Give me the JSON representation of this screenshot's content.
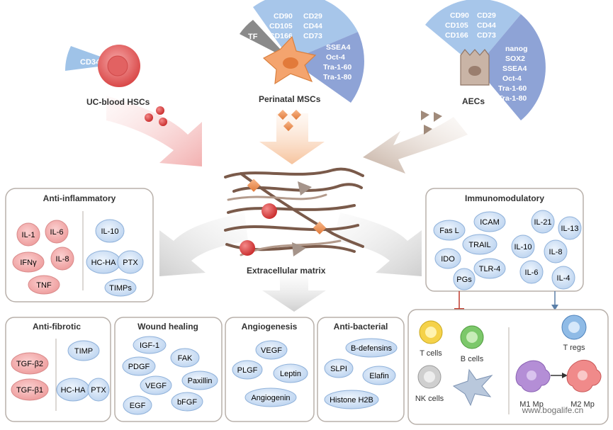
{
  "sources": {
    "hsc": {
      "label": "UC-blood HSCs",
      "marker": "CD34"
    },
    "msc": {
      "label": "Perinatal MSCs",
      "tf": "TF",
      "markers_a": [
        "CD90",
        "CD29",
        "CD105",
        "CD44",
        "CD166",
        "CD73"
      ],
      "markers_b": [
        "SSEA4",
        "Oct-4",
        "Tra-1-60",
        "Tra-1-80"
      ]
    },
    "aec": {
      "label": "AECs",
      "markers_a": [
        "CD90",
        "CD29",
        "CD105",
        "CD44",
        "CD166",
        "CD73"
      ],
      "markers_b": [
        "nanog",
        "SOX2",
        "SSEA4",
        "Oct-4",
        "Tra-1-60",
        "Tra-1-80"
      ]
    }
  },
  "ecm_label": "Extracellular matrix",
  "panels": {
    "anti_inflammatory": {
      "title": "Anti-inflammatory",
      "red": [
        "IL-1",
        "IL-6",
        "IFNγ",
        "IL-8",
        "TNF"
      ],
      "blue": [
        "IL-10",
        "HC-HA",
        "PTX",
        "TIMPs"
      ]
    },
    "immunomodulatory": {
      "title": "Immunomodulatory",
      "items": [
        "Fas L",
        "ICAM",
        "IL-21",
        "IL-13",
        "TRAIL",
        "IDO",
        "IL-10",
        "IL-8",
        "TLR-4",
        "PGs",
        "IL-6",
        "IL-4"
      ]
    },
    "anti_fibrotic": {
      "title": "Anti-fibrotic",
      "red": [
        "TGF-β2",
        "TGF-β1"
      ],
      "blue": [
        "TIMP",
        "HC-HA",
        "PTX"
      ]
    },
    "wound_healing": {
      "title": "Wound healing",
      "items": [
        "IGF-1",
        "FAK",
        "PDGF",
        "Paxillin",
        "VEGF",
        "EGF",
        "bFGF"
      ]
    },
    "angiogenesis": {
      "title": "Angiogenesis",
      "items": [
        "VEGF",
        "PLGF",
        "Leptin",
        "Angiogenin"
      ]
    },
    "anti_bacterial": {
      "title": "Anti-bacterial",
      "items": [
        "B-defensins",
        "SLPI",
        "Elafin",
        "Histone H2B"
      ]
    },
    "cells": {
      "t": "T cells",
      "b": "B cells",
      "nk": "NK cells",
      "treg": "T regs",
      "m1": "M1 Mp",
      "m2": "M2 Mp"
    }
  },
  "watermark": "www.bogalife.cn",
  "colors": {
    "red_oval": "#f0a5a5",
    "blue_oval": "#c8dcf2",
    "marker_blue": "#9fc3e8",
    "marker_violet": "#8ea3d6",
    "tf_gray": "#8a8a8a",
    "fiber": "#7a5a4a"
  }
}
